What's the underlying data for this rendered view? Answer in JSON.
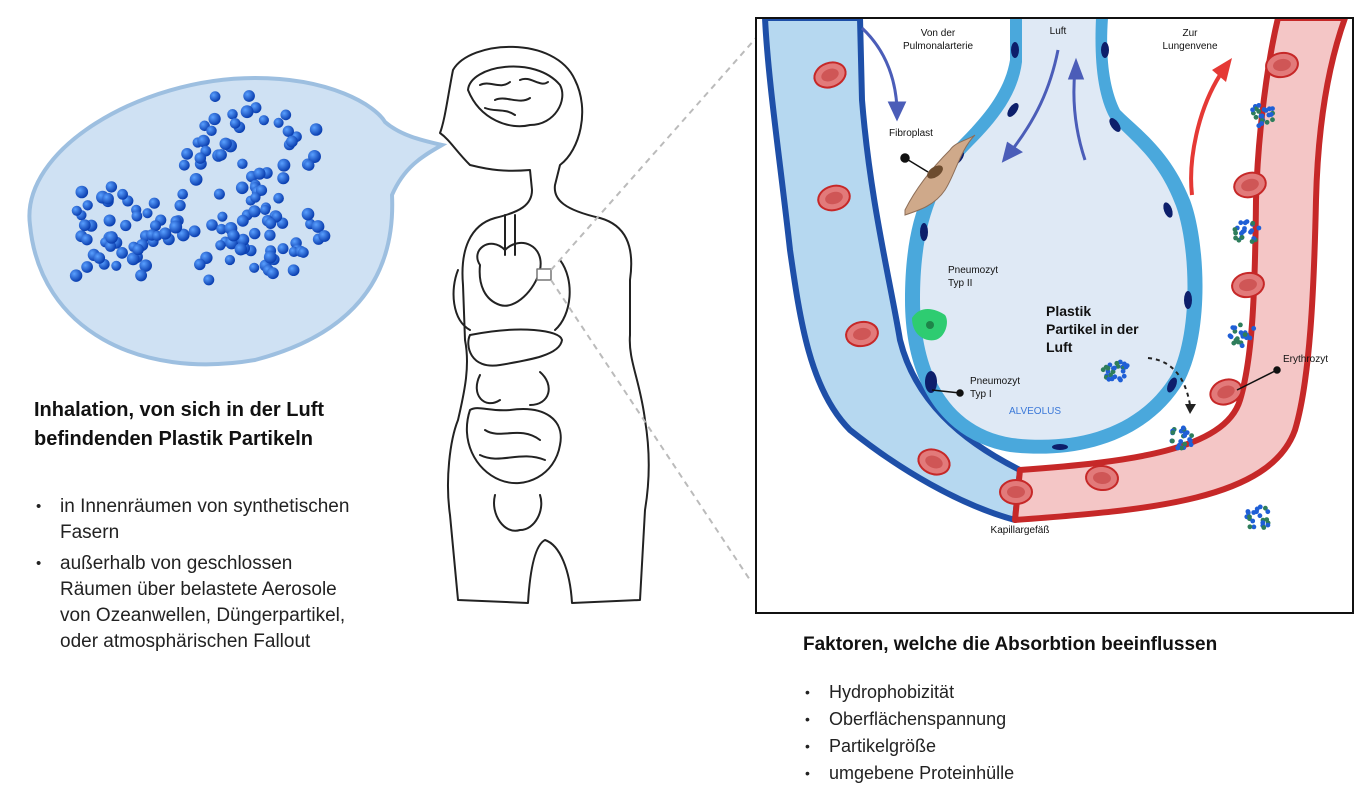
{
  "inhalation": {
    "title": "Inhalation, von sich in der Luft befindenden Plastik Partikeln",
    "bullets": [
      "in Innenräumen von synthetischen Fasern",
      "außerhalb von geschlossen Räumen über belastete Aerosole von Ozeanwellen, Düngerpartikel, oder atmosphärischen Fallout"
    ]
  },
  "diagram": {
    "labels": {
      "pulmonary_artery": [
        "Von der",
        "Pulmonalarterie"
      ],
      "air": "Luft",
      "pulmonary_vein": [
        "Zur",
        "Lungenvene"
      ],
      "fibroblast": "Fibroplast",
      "pneumocyte_2": [
        "Pneumozyt",
        "Typ II"
      ],
      "plastic_particles": [
        "Plastik",
        "Partikel in der",
        "Luft"
      ],
      "pneumocyte_1": [
        "Pneumozyt",
        "Typ I"
      ],
      "alveolus": "ALVEOLUS",
      "erythrocyte": "Erythrozyt",
      "capillary": "Kapillargefäß"
    },
    "colors": {
      "particle_blue": "#1f5fd6",
      "vein_blue_fill": "#b6d8f0",
      "vein_blue_edge": "#1e4fa8",
      "artery_red_fill": "#f4c6c6",
      "artery_red_edge": "#c62828",
      "alveolus_fill": "#dfe9f5",
      "epithelium": "#4aa8dc"
    }
  },
  "factors": {
    "title": "Faktoren, welche die Absorbtion beeinflussen",
    "bullets": [
      "Hydrophobizität",
      "Oberflächenspannung",
      "Partikelgröße",
      "umgebene Proteinhülle"
    ]
  }
}
